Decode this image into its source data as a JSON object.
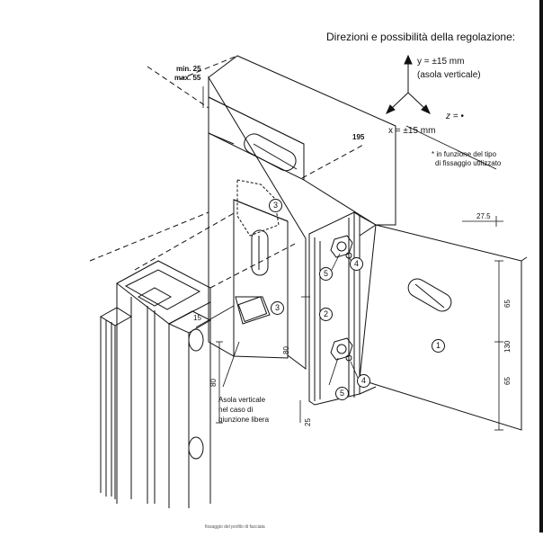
{
  "title": "Direzioni e possibilità della regolazione:",
  "axes": {
    "y": "y = ±15 mm",
    "y_note": "(asola verticale)",
    "z": "z = •",
    "x": "x = ±15 mm"
  },
  "footnote_1": "* in funzione del tipo",
  "footnote_2": "di fissaggio utilizzato",
  "dims": {
    "min": "min. 25",
    "max": "max. 55",
    "d195": "195",
    "d275": "27.5",
    "d65a": "65",
    "d130": "130",
    "d65b": "65",
    "d15": "15",
    "d80a": "80",
    "d80b": "80",
    "d25": "25"
  },
  "callouts": {
    "c1": "1",
    "c2": "2",
    "c3a": "3",
    "c3b": "3",
    "c4a": "4",
    "c4b": "4",
    "c5a": "5",
    "c5b": "5"
  },
  "note_1": "Asola verticale",
  "note_2": "nel caso di",
  "note_3": "giunzione libera",
  "caption": "fissaggio del profilo di facciata"
}
